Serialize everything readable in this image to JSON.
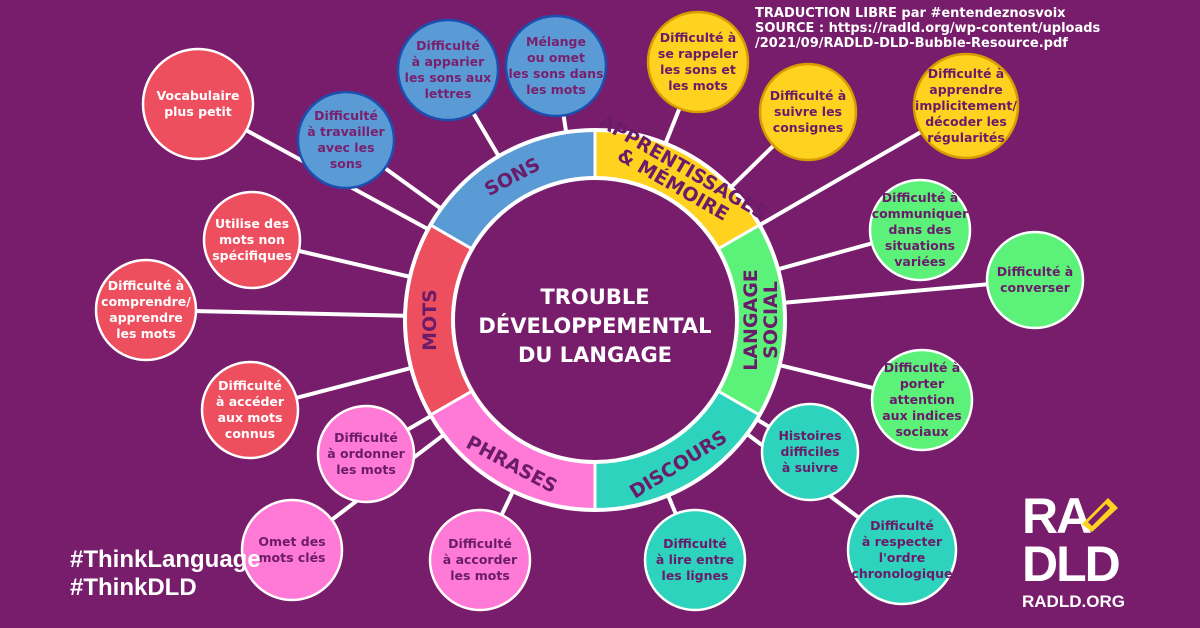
{
  "credit": {
    "line1": "TRADUCTION LIBRE par #entendeznosvoix",
    "line2": "SOURCE : https://radld.org/wp-content/uploads",
    "line3": "/2021/09/RADLD-DLD-Bubble-Resource.pdf"
  },
  "center": {
    "line1": "TROUBLE",
    "line2": "DÉVELOPPEMENTAL",
    "line3": "DU LANGAGE"
  },
  "colors": {
    "background": "#771d6b",
    "sons": "#5b9bd5",
    "apprentissages": "#ffd21f",
    "langage_social": "#5cf27a",
    "discours": "#2ed3bd",
    "phrases": "#ff7ad7",
    "mots": "#ee4f5f",
    "label_text": "#6a1b6a"
  },
  "segments": [
    {
      "id": "sons",
      "label": "SONS",
      "color": "#5b9bd5"
    },
    {
      "id": "apprentissages",
      "label": "APPRENTISSAGES",
      "label2": "& MÉMOIRE",
      "color": "#ffd21f"
    },
    {
      "id": "langage_social",
      "label": "LANGAGE",
      "label2": "SOCIAL",
      "color": "#5cf27a"
    },
    {
      "id": "discours",
      "label": "DISCOURS",
      "color": "#2ed3bd"
    },
    {
      "id": "phrases",
      "label": "PHRASES",
      "color": "#ff7ad7"
    },
    {
      "id": "mots",
      "label": "MOTS",
      "color": "#ee4f5f"
    }
  ],
  "bubbles": [
    {
      "group": "sons",
      "lines": [
        "Difficulté",
        "à apparier",
        "les sons aux",
        "lettres"
      ]
    },
    {
      "group": "sons",
      "lines": [
        "Mélange",
        "ou omet",
        "les sons dans",
        "les mots"
      ]
    },
    {
      "group": "sons",
      "lines": [
        "Difficulté",
        "à travailler",
        "avec les",
        "sons"
      ]
    },
    {
      "group": "apprentissages",
      "lines": [
        "Difficulté à",
        "se rappeler",
        "les sons et",
        "les mots"
      ]
    },
    {
      "group": "apprentissages",
      "lines": [
        "Difficulté à",
        "suivre les",
        "consignes"
      ]
    },
    {
      "group": "apprentissages",
      "lines": [
        "Difficulté à",
        "apprendre",
        "implicitement/",
        "décoder les",
        "régularités"
      ]
    },
    {
      "group": "langage_social",
      "lines": [
        "Difficulté à",
        "communiquer",
        "dans des",
        "situations",
        "variées"
      ]
    },
    {
      "group": "langage_social",
      "lines": [
        "Difficulté à",
        "converser"
      ]
    },
    {
      "group": "langage_social",
      "lines": [
        "Difficulté à",
        "porter",
        "attention",
        "aux indices",
        "sociaux"
      ]
    },
    {
      "group": "discours",
      "lines": [
        "Histoires",
        "difficiles",
        "à suivre"
      ]
    },
    {
      "group": "discours",
      "lines": [
        "Difficulté",
        "à respecter",
        "l'ordre",
        "chronologique"
      ]
    },
    {
      "group": "discours",
      "lines": [
        "Difficulté",
        "à lire entre",
        "les lignes"
      ]
    },
    {
      "group": "phrases",
      "lines": [
        "Difficulté",
        "à accorder",
        "les mots"
      ]
    },
    {
      "group": "phrases",
      "lines": [
        "Omet des",
        "mots clés"
      ]
    },
    {
      "group": "phrases",
      "lines": [
        "Difficulté",
        "à ordonner",
        "les mots"
      ]
    },
    {
      "group": "mots",
      "lines": [
        "Difficulté",
        "à accéder",
        "aux mots",
        "connus"
      ]
    },
    {
      "group": "mots",
      "lines": [
        "Difficulté à",
        "comprendre/",
        "apprendre",
        "les mots"
      ]
    },
    {
      "group": "mots",
      "lines": [
        "Utilise des",
        "mots non",
        "spécifiques"
      ]
    },
    {
      "group": "mots",
      "lines": [
        "Vocabulaire",
        "plus petit"
      ]
    }
  ],
  "hashtags": {
    "line1": "#ThinkLanguage",
    "line2": "#ThinkDLD"
  },
  "logo": {
    "row1": "RA",
    "row2": "DLD",
    "url": "RADLD.ORG"
  }
}
